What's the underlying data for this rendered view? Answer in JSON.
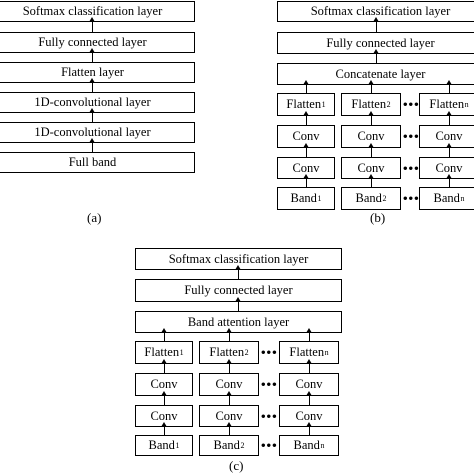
{
  "panel_a": {
    "layers": [
      "Softmax classification layer",
      "Fully connected layer",
      "Flatten layer",
      "1D-convolutional layer",
      "1D-convolutional layer",
      "Full band"
    ],
    "caption": "(a)"
  },
  "panel_b": {
    "top_layers": [
      "Softmax classification layer",
      "Fully connected layer",
      "Concatenate layer"
    ],
    "branches": [
      {
        "flatten": "Flatten",
        "conv1": "Conv",
        "conv2": "Conv",
        "band": "Band",
        "sub": "1"
      },
      {
        "flatten": "Flatten",
        "conv1": "Conv",
        "conv2": "Conv",
        "band": "Band",
        "sub": "2"
      },
      {
        "flatten": "Flatten",
        "conv1": "Conv",
        "conv2": "Conv",
        "band": "Band",
        "sub": "n"
      }
    ],
    "caption": "(b)"
  },
  "panel_c": {
    "top_layers": [
      "Softmax classification layer",
      "Fully connected layer",
      "Band attention layer"
    ],
    "branches": [
      {
        "flatten": "Flatten",
        "conv1": "Conv",
        "conv2": "Conv",
        "band": "Band",
        "sub": "1"
      },
      {
        "flatten": "Flatten",
        "conv1": "Conv",
        "conv2": "Conv",
        "band": "Band",
        "sub": "2"
      },
      {
        "flatten": "Flatten",
        "conv1": "Conv",
        "conv2": "Conv",
        "band": "Band",
        "sub": "n"
      }
    ],
    "caption": "(c)"
  },
  "ellipsis": "•••"
}
